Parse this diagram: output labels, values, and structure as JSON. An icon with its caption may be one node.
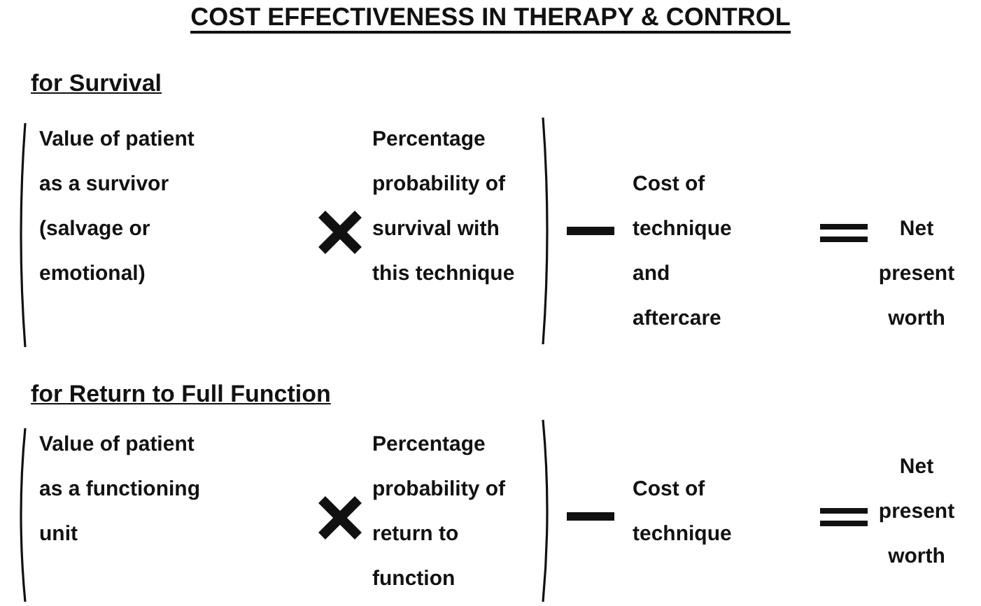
{
  "diagram": {
    "title": "COST EFFECTIVENESS IN THERAPY & CONTROL",
    "labels": [
      "for Survival",
      "Value of patient as a survivor (salvage or emotional)",
      "Percentage probability of survival with this technique",
      "Cost of technique and aftercare",
      "Net present worth",
      "for Return to Full Function",
      "Value of patient as a functioning unit",
      "Percentage probability of return to function",
      "Cost of technique",
      "Net present worth"
    ]
  }
}
